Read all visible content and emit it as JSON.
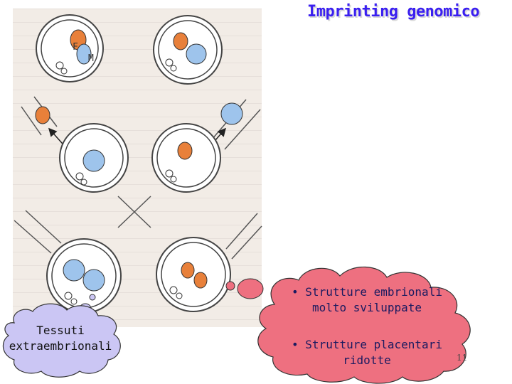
{
  "title": "Imprinting genomico",
  "page_number": "11",
  "labels": {
    "female": "F",
    "male": "M"
  },
  "cloud_main": {
    "bullet_1": "• Strutture embrionali molto sviluppate",
    "bullet_2": "• Strutture placentari ridotte"
  },
  "cloud_side": {
    "label": "Tessuti extraembrionali"
  },
  "colors": {
    "title": "#3a1ff0",
    "female_pronucleus": "#e8803a",
    "male_pronucleus": "#9ec4ec",
    "cloud_pink": "#ee7080",
    "cloud_lavender": "#cbc6f4"
  }
}
